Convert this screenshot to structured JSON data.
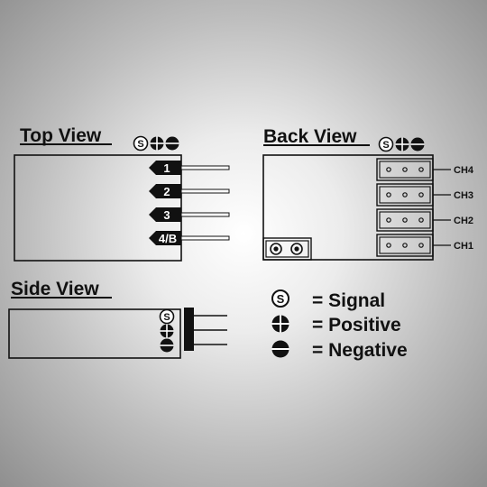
{
  "top_view": {
    "title": "Top View",
    "pins": [
      "1",
      "2",
      "3",
      "4/B"
    ]
  },
  "back_view": {
    "title": "Back View",
    "channels": [
      "CH4",
      "CH3",
      "CH2",
      "CH1"
    ]
  },
  "side_view": {
    "title": "Side View"
  },
  "symbols": {
    "signal_glyph": "S"
  },
  "legend": {
    "signal": "= Signal",
    "positive": "= Positive",
    "negative": "= Negative"
  }
}
